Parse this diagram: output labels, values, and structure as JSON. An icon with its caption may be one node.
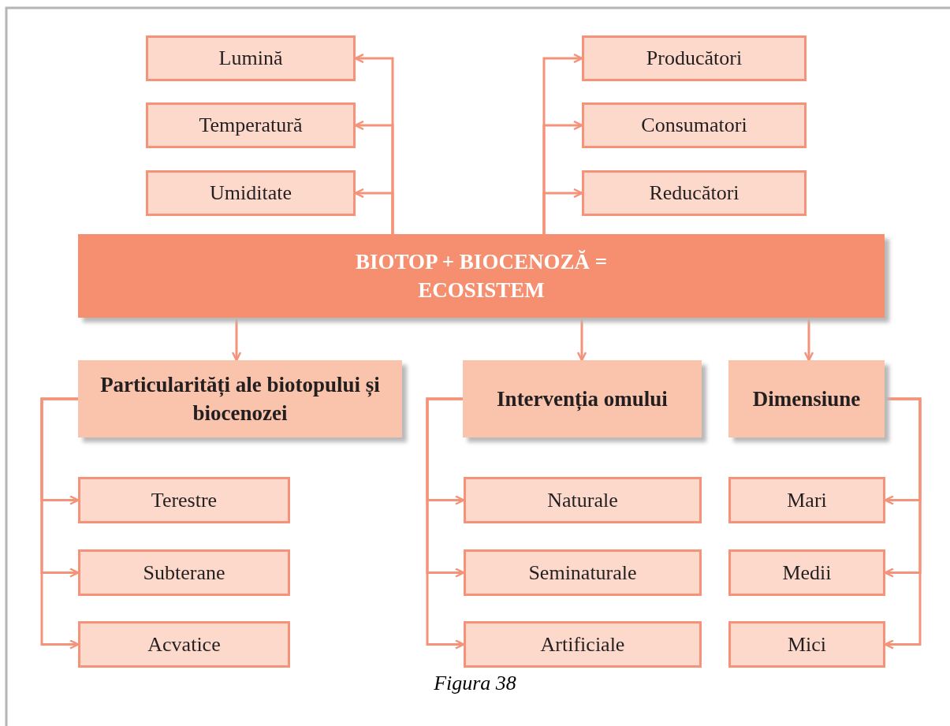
{
  "diagram": {
    "caption": "Figura 38",
    "nodes": [
      {
        "text": [
          "BIOTOP + BIOCENOZĂ = ECOSISTEM"
        ]
      },
      {
        "text": [
          "Lumină"
        ]
      },
      {
        "text": [
          "Temperatură"
        ]
      },
      {
        "text": [
          "Umiditate"
        ]
      },
      {
        "text": [
          "Producători"
        ]
      },
      {
        "text": [
          "Consumatori"
        ]
      },
      {
        "text": [
          "Reducători"
        ]
      },
      {
        "text": [
          "Particularități ale biotopului și biocenozei"
        ]
      },
      {
        "text": [
          "Intervenția omului"
        ]
      },
      {
        "text": [
          "Dimensiune"
        ]
      },
      {
        "text": [
          "Terestre"
        ]
      },
      {
        "text": [
          "Subterane"
        ]
      },
      {
        "text": [
          "Acvatice"
        ]
      },
      {
        "text": [
          "Naturale"
        ]
      },
      {
        "text": [
          "Seminaturale"
        ]
      },
      {
        "text": [
          "Artificiale"
        ]
      },
      {
        "text": [
          "Mari"
        ]
      },
      {
        "text": [
          "Medii"
        ]
      },
      {
        "text": [
          "Mici"
        ]
      }
    ],
    "edges": [
      {
        "from": 0,
        "to": 1,
        "arrow": "to"
      },
      {
        "from": 0,
        "to": 2,
        "arrow": "to"
      },
      {
        "from": 0,
        "to": 3,
        "arrow": "to"
      },
      {
        "from": 0,
        "to": 4,
        "arrow": "to"
      },
      {
        "from": 0,
        "to": 5,
        "arrow": "to"
      },
      {
        "from": 0,
        "to": 6,
        "arrow": "to"
      },
      {
        "from": 0,
        "to": 7,
        "arrow": "to"
      },
      {
        "from": 0,
        "to": 8,
        "arrow": "to"
      },
      {
        "from": 0,
        "to": 9,
        "arrow": "to"
      },
      {
        "from": 7,
        "to": 10,
        "arrow": "to"
      },
      {
        "from": 7,
        "to": 11,
        "arrow": "to"
      },
      {
        "from": 7,
        "to": 12,
        "arrow": "to"
      },
      {
        "from": 8,
        "to": 13,
        "arrow": "to"
      },
      {
        "from": 8,
        "to": 14,
        "arrow": "to"
      },
      {
        "from": 8,
        "to": 15,
        "arrow": "to"
      },
      {
        "from": 9,
        "to": 16,
        "arrow": "to"
      },
      {
        "from": 9,
        "to": 17,
        "arrow": "to"
      },
      {
        "from": 9,
        "to": 18,
        "arrow": "to"
      }
    ]
  }
}
